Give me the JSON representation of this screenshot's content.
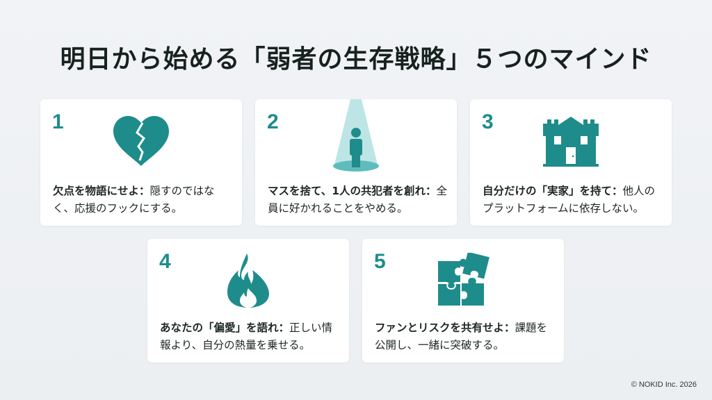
{
  "slide": {
    "title": "明日から始める「弱者の生存戦略」５つのマインド",
    "accent_color": "#1f8c8c",
    "cards": [
      {
        "number": "1",
        "icon": "broken-heart-icon",
        "head": "欠点を物語にせよ：",
        "body": "隠すのではなく、応援のフックにする。"
      },
      {
        "number": "2",
        "icon": "spotlight-person-icon",
        "head": "マスを捨て、1人の共犯者を創れ：",
        "body": "全員に好かれることをやめる。"
      },
      {
        "number": "3",
        "icon": "castle-home-icon",
        "head": "自分だけの「実家」を持て：",
        "body": "他人のプラットフォームに依存しない。"
      },
      {
        "number": "4",
        "icon": "flame-icon",
        "head": "あなたの「偏愛」を語れ：",
        "body": "正しい情報より、自分の熱量を乗せる。"
      },
      {
        "number": "5",
        "icon": "puzzle-icon",
        "head": "ファンとリスクを共有せよ：",
        "body": "課題を公開し、一緒に突破する。"
      }
    ],
    "footer": "© NOKID Inc. 2026"
  }
}
